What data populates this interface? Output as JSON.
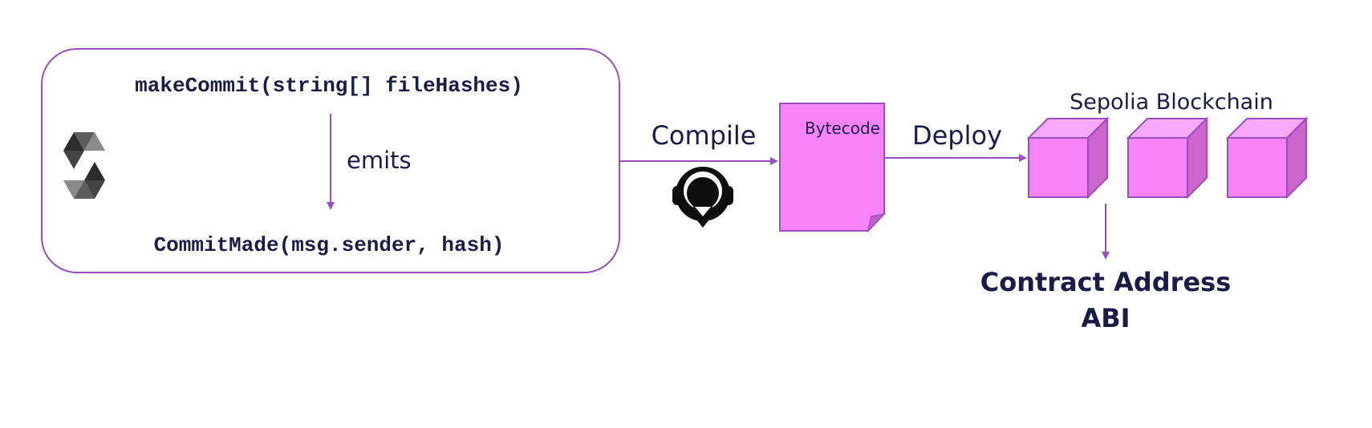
{
  "contract": {
    "function_signature": "makeCommit(string[] fileHashes)",
    "emits_label": "emits",
    "event_signature": "CommitMade(msg.sender, hash)"
  },
  "compile_label": "Compile",
  "bytecode_label": "Bytecode",
  "deploy_label": "Deploy",
  "blockchain_label": "Sepolia Blockchain",
  "outputs": {
    "line1": "Contract Address",
    "line2": "ABI"
  },
  "colors": {
    "accent": "#9a4fc0",
    "fill": "#f784f7",
    "dark_navy": "#1b1b48"
  },
  "icons": [
    "solidity-logo-icon",
    "truffle-logo-icon",
    "blockchain-block-icon"
  ]
}
